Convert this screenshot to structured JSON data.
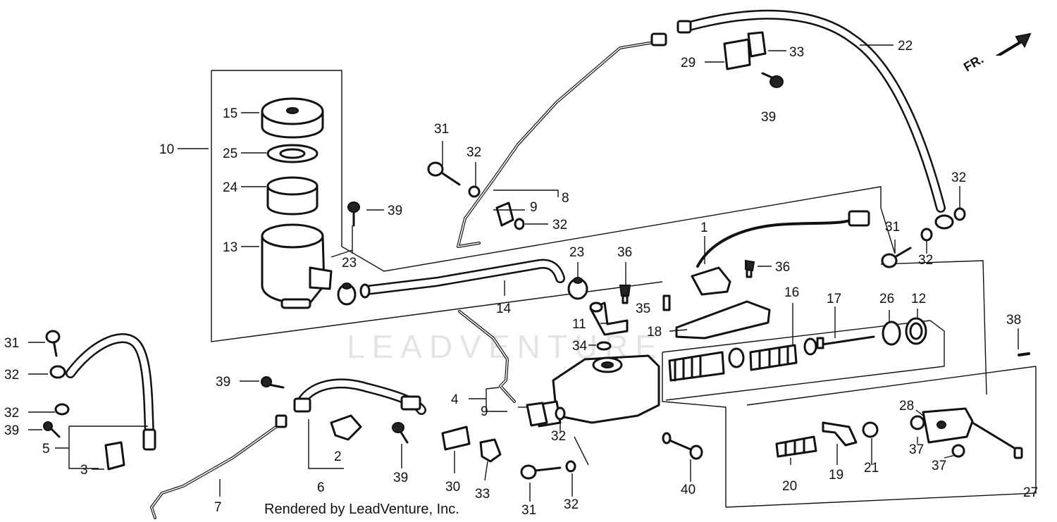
{
  "watermark": "LEADVENTURE",
  "direction_label": "FR.",
  "footer": "Rendered by LeadVenture, Inc.",
  "callouts": {
    "c1": "1",
    "c2": "2",
    "c3": "3",
    "c4": "4",
    "c5": "5",
    "c6": "6",
    "c7": "7",
    "c8": "8",
    "c9a": "9",
    "c9b": "9",
    "c10": "10",
    "c11": "11",
    "c12": "12",
    "c13": "13",
    "c14": "14",
    "c15": "15",
    "c16": "16",
    "c17": "17",
    "c18": "18",
    "c19": "19",
    "c20": "20",
    "c21": "21",
    "c22": "22",
    "c23a": "23",
    "c23b": "23",
    "c24": "24",
    "c25": "25",
    "c26": "26",
    "c27": "27",
    "c28": "28",
    "c29": "29",
    "c30": "30",
    "c31a": "31",
    "c31b": "31",
    "c31c": "31",
    "c31d": "31",
    "c32a": "32",
    "c32b": "32",
    "c32c": "32",
    "c32d": "32",
    "c32e": "32",
    "c32f": "32",
    "c32g": "32",
    "c32h": "32",
    "c33a": "33",
    "c33b": "33",
    "c34": "34",
    "c35": "35",
    "c36a": "36",
    "c36b": "36",
    "c37a": "37",
    "c37b": "37",
    "c38": "38",
    "c39a": "39",
    "c39b": "39",
    "c39c": "39",
    "c39d": "39",
    "c39e": "39",
    "c40": "40"
  }
}
